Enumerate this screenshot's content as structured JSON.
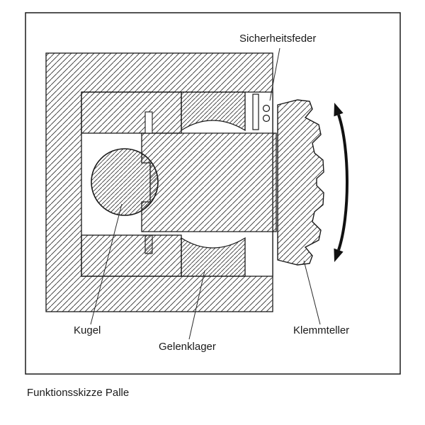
{
  "diagram": {
    "caption": "Funktionsskizze Palle",
    "labels": {
      "sicherheitsfeder": "Sicherheitsfeder",
      "kugel": "Kugel",
      "gelenklager": "Gelenklager",
      "klemmteller": "Klemmteller"
    },
    "icons": {
      "pivot_arrow": "curved-double-headed-arrow"
    },
    "colors": {
      "line": "#1a1a1a",
      "hatch": "#2f2f2f",
      "background": "#ffffff"
    }
  }
}
